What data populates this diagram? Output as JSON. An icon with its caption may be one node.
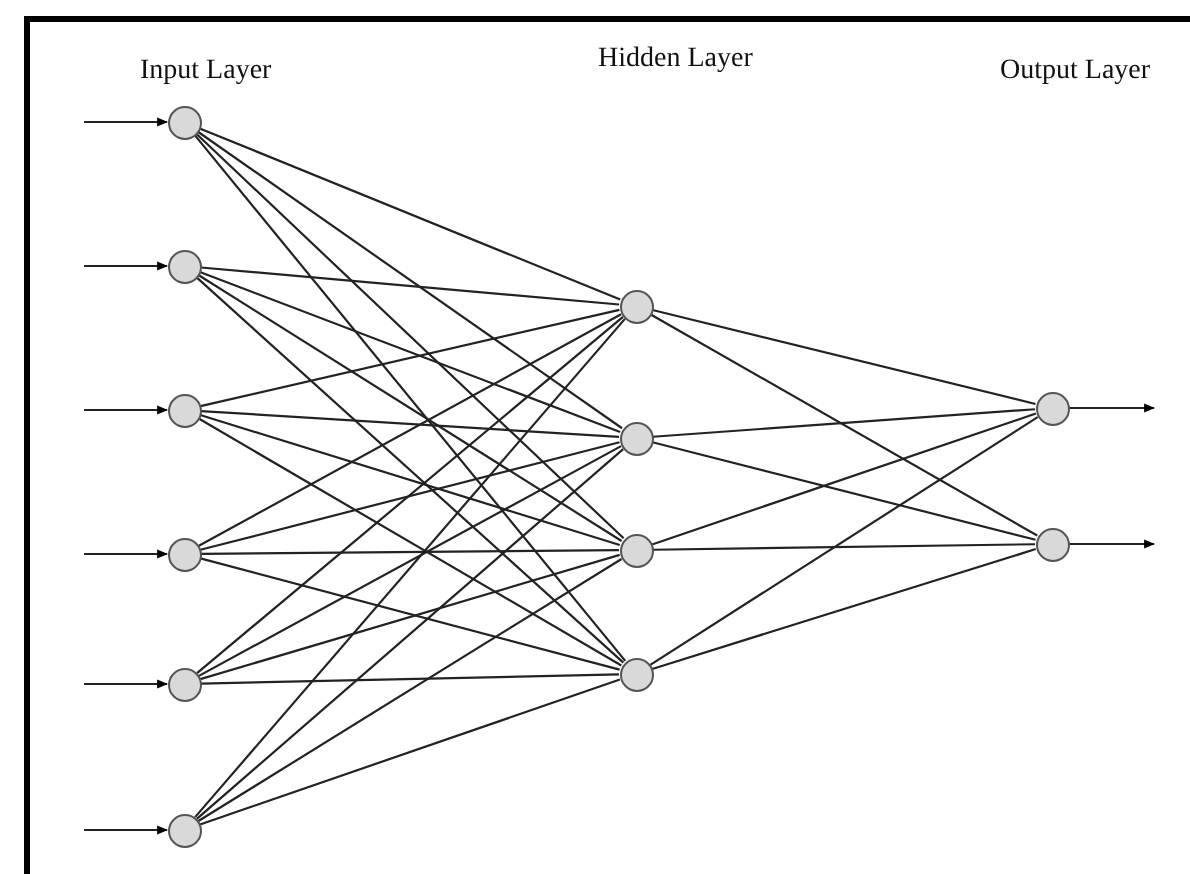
{
  "diagram": {
    "nodes": [
      {
        "text": [],
        "shape": "circle"
      },
      {
        "text": [],
        "shape": "circle"
      },
      {
        "text": [],
        "shape": "circle"
      },
      {
        "text": [],
        "shape": "circle"
      },
      {
        "text": [],
        "shape": "circle"
      },
      {
        "text": [],
        "shape": "circle"
      },
      {
        "text": [],
        "shape": "circle"
      },
      {
        "text": [],
        "shape": "circle"
      },
      {
        "text": [],
        "shape": "circle"
      },
      {
        "text": [],
        "shape": "circle"
      },
      {
        "text": [],
        "shape": "circle"
      },
      {
        "text": [],
        "shape": "circle"
      }
    ],
    "edges": [
      {
        "from": null,
        "to": 0,
        "arrow": "to"
      },
      {
        "from": null,
        "to": 1,
        "arrow": "to"
      },
      {
        "from": null,
        "to": 2,
        "arrow": "to"
      },
      {
        "from": null,
        "to": 3,
        "arrow": "to"
      },
      {
        "from": null,
        "to": 4,
        "arrow": "to"
      },
      {
        "from": null,
        "to": 5,
        "arrow": "to"
      },
      {
        "from": 0,
        "to": 6,
        "arrow": "none"
      },
      {
        "from": 0,
        "to": 7,
        "arrow": "none"
      },
      {
        "from": 0,
        "to": 8,
        "arrow": "none"
      },
      {
        "from": 0,
        "to": 9,
        "arrow": "none"
      },
      {
        "from": 1,
        "to": 6,
        "arrow": "none"
      },
      {
        "from": 1,
        "to": 7,
        "arrow": "none"
      },
      {
        "from": 1,
        "to": 8,
        "arrow": "none"
      },
      {
        "from": 1,
        "to": 9,
        "arrow": "none"
      },
      {
        "from": 2,
        "to": 6,
        "arrow": "none"
      },
      {
        "from": 2,
        "to": 7,
        "arrow": "none"
      },
      {
        "from": 2,
        "to": 8,
        "arrow": "none"
      },
      {
        "from": 2,
        "to": 9,
        "arrow": "none"
      },
      {
        "from": 3,
        "to": 6,
        "arrow": "none"
      },
      {
        "from": 3,
        "to": 7,
        "arrow": "none"
      },
      {
        "from": 3,
        "to": 8,
        "arrow": "none"
      },
      {
        "from": 3,
        "to": 9,
        "arrow": "none"
      },
      {
        "from": 4,
        "to": 6,
        "arrow": "none"
      },
      {
        "from": 4,
        "to": 7,
        "arrow": "none"
      },
      {
        "from": 4,
        "to": 8,
        "arrow": "none"
      },
      {
        "from": 4,
        "to": 9,
        "arrow": "none"
      },
      {
        "from": 5,
        "to": 6,
        "arrow": "none"
      },
      {
        "from": 5,
        "to": 7,
        "arrow": "none"
      },
      {
        "from": 5,
        "to": 8,
        "arrow": "none"
      },
      {
        "from": 5,
        "to": 9,
        "arrow": "none"
      },
      {
        "from": 6,
        "to": 10,
        "arrow": "none"
      },
      {
        "from": 6,
        "to": 11,
        "arrow": "none"
      },
      {
        "from": 7,
        "to": 10,
        "arrow": "none"
      },
      {
        "from": 7,
        "to": 11,
        "arrow": "none"
      },
      {
        "from": 8,
        "to": 10,
        "arrow": "none"
      },
      {
        "from": 8,
        "to": 11,
        "arrow": "none"
      },
      {
        "from": 9,
        "to": 10,
        "arrow": "none"
      },
      {
        "from": 9,
        "to": 11,
        "arrow": "none"
      },
      {
        "from": 10,
        "to": null,
        "arrow": "to"
      },
      {
        "from": 11,
        "to": null,
        "arrow": "to"
      }
    ],
    "labels": [
      "Input Layer",
      "Hidden Layer",
      "Output Layer"
    ]
  }
}
